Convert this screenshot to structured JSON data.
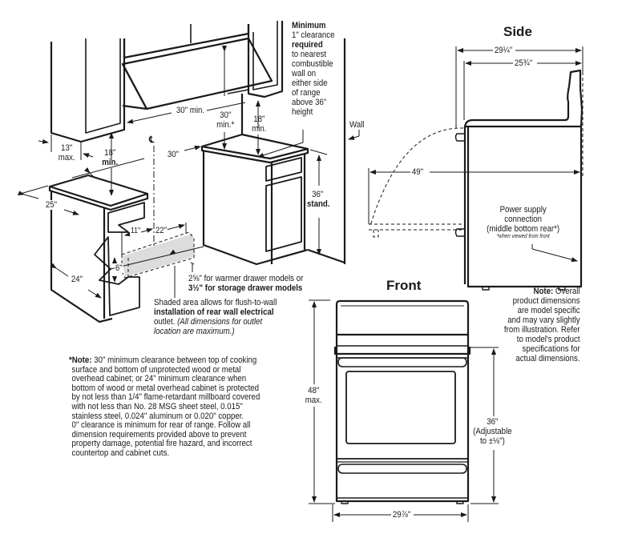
{
  "views": {
    "side_title": "Side",
    "front_title": "Front"
  },
  "cabinet_dims": {
    "wall_cabinet_depth": "13\"",
    "wall_cabinet_depth_note": "max.",
    "left_upper_clearance": "18\"",
    "left_upper_clearance_note": "min.",
    "hood_width": "30\" min.",
    "cooktop_clearance": "30\"",
    "cooktop_clearance_note": "min.*",
    "right_upper_clearance": "18\"",
    "right_upper_clearance_note": "min.",
    "centerline_symbol": "℄",
    "opening_width": "30\"",
    "counter_depth": "25\"",
    "cabinet_depth": "24\"",
    "counter_height": "36\"",
    "counter_height_note": "stand.",
    "outlet_offset": "11\"",
    "outlet_width": "22\"",
    "outlet_height": "6\"",
    "wall_label": "Wall"
  },
  "clearance_note_lines": [
    "Minimum",
    "1\" clearance",
    "required",
    "to nearest",
    "combustible",
    "wall on",
    "either side",
    "of range",
    "above 36\"",
    "height"
  ],
  "drawer_depth_note": {
    "line1": "2⅝\" for warmer drawer models or",
    "line2": "3½\" for storage drawer models"
  },
  "shaded_area_note": {
    "line1": "Shaded area allows for flush-to-wall",
    "line2": "installation of rear wall electrical",
    "line3_normal": "outlet. ",
    "line3_italic": "(All dimensions for outlet",
    "line4_italic": "location are maximum.)"
  },
  "side_dims": {
    "overall_depth": "29¼\"",
    "body_depth": "25¾\"",
    "door_open_depth": "49\"",
    "power_label_1": "Power supply",
    "power_label_2": "connection",
    "power_label_3": "(middle bottom rear*)",
    "power_footnote": "*when viewed from front"
  },
  "front_dims": {
    "overall_height": "48\"",
    "overall_height_note": "max.",
    "cooktop_height": "36\"",
    "cooktop_height_note_1": "(Adjustable",
    "cooktop_height_note_2": "to ±⅛\")",
    "width": "29⅞\""
  },
  "product_note": {
    "label": "Note:",
    "lines": [
      "Overall",
      "product dimensions",
      "are model specific",
      "and may vary slightly",
      "from illustration. Refer",
      "to model's product",
      "specifications for",
      "actual dimensions."
    ]
  },
  "footnote": {
    "label": "*Note:",
    "lines": [
      "30\" minimum clearance between top of cooking",
      "surface and bottom of unprotected wood or metal",
      "overhead cabinet; or 24\" minimum clearance when",
      "bottom of wood or metal overhead cabinet is protected",
      "by not less than 1/4\" flame-retardant millboard covered",
      "with not less than No. 28 MSG sheet steel, 0.015\"",
      "stainless steel, 0.024\" aluminum or 0.020\" copper.",
      "0\" clearance is minimum for rear of range. Follow all",
      "dimension requirements provided above to prevent",
      "property damage, potential fire hazard, and incorrect",
      "countertop and cabinet cuts."
    ]
  }
}
